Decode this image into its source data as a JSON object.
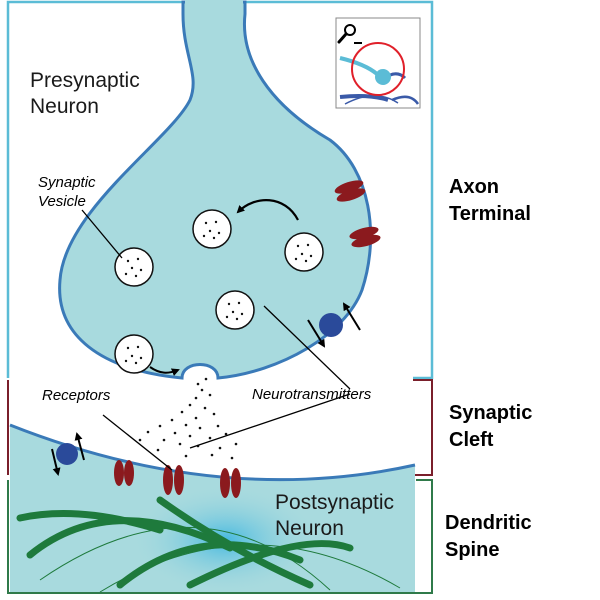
{
  "labels": {
    "presynaptic_neuron": [
      "Presynaptic",
      "Neuron"
    ],
    "postsynaptic_neuron": [
      "Postsynaptic",
      "Neuron"
    ],
    "synaptic_vesicle": [
      "Synaptic",
      "Vesicle"
    ],
    "receptors": "Receptors",
    "neurotransmitters": "Neurotransmitters"
  },
  "regions": {
    "axon_terminal": [
      "Axon",
      "Terminal"
    ],
    "synaptic_cleft": [
      "Synaptic",
      "Cleft"
    ],
    "dendritic_spine": [
      "Dendritic",
      "Spine"
    ]
  },
  "colors": {
    "cytoplasm_fill": "#a8dade",
    "membrane_stroke": "#3a7ab8",
    "axon_bracket": "#5bbcd6",
    "cleft_bracket": "#7a1f2b",
    "spine_bracket": "#2f7a4a",
    "receptor": "#8b1a1e",
    "transporter": "#2a4a9a",
    "cytoskeleton": "#1e7a3c"
  },
  "icons": {
    "magnifier": "magnifier-icon"
  }
}
